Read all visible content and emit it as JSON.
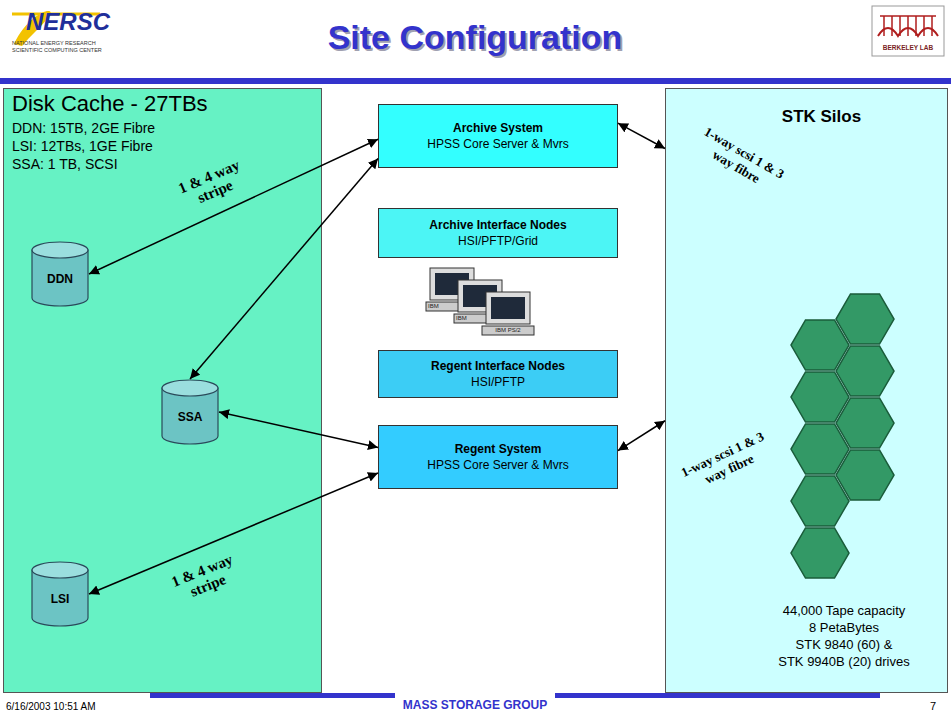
{
  "diagram": {
    "title": "Site Configuration",
    "nodes": [
      {
        "text": [
          "Disk Cache - 27TBs",
          "DDN: 15TB, 2GE Fibre",
          "LSI: 12TBs, 1GE Fibre",
          "SSA: 1 TB, SCSI"
        ]
      },
      {
        "text": [
          "DDN"
        ],
        "in": 0
      },
      {
        "text": [
          "SSA"
        ],
        "in": 0
      },
      {
        "text": [
          "LSI"
        ],
        "in": 0
      },
      {
        "text": [
          "Archive System",
          "HPSS Core Server & Mvrs"
        ]
      },
      {
        "text": [
          "Archive Interface Nodes",
          "HSI/PFTP/Grid"
        ]
      },
      {
        "text": [
          "Regent Interface Nodes",
          "HSI/PFTP"
        ]
      },
      {
        "text": [
          "Regent System",
          "HPSS Core Server & Mvrs"
        ]
      },
      {
        "text": [
          "STK Silos",
          "44,000 Tape capacity",
          "8 PetaBytes",
          "STK 9840 (60) &",
          "STK 9940B (20) drives"
        ]
      }
    ],
    "edges": [
      {
        "from": 4,
        "to": 1,
        "arrow": "both",
        "label": "1 & 4 way stripe"
      },
      {
        "from": 4,
        "to": 2,
        "arrow": "both"
      },
      {
        "from": 2,
        "to": 7,
        "arrow": "both"
      },
      {
        "from": 7,
        "to": 3,
        "arrow": "both",
        "label": "1 & 4 way stripe"
      },
      {
        "from": 4,
        "to": 8,
        "arrow": "both",
        "label": "1-way scsi 1 & 3 way fibre"
      },
      {
        "from": 7,
        "to": 8,
        "arrow": "both",
        "label": "1-way scsi 1 & 3 way fibre"
      }
    ],
    "labels": [
      "NERSC",
      "NATIONAL ENERGY RESEARCH SCIENTIFIC COMPUTING CENTER",
      "BERKELEY LAB",
      "IBM",
      "IBM",
      "IBM PS/2",
      "6/16/2003 10:51 AM",
      "MASS STORAGE GROUP",
      "7"
    ]
  }
}
